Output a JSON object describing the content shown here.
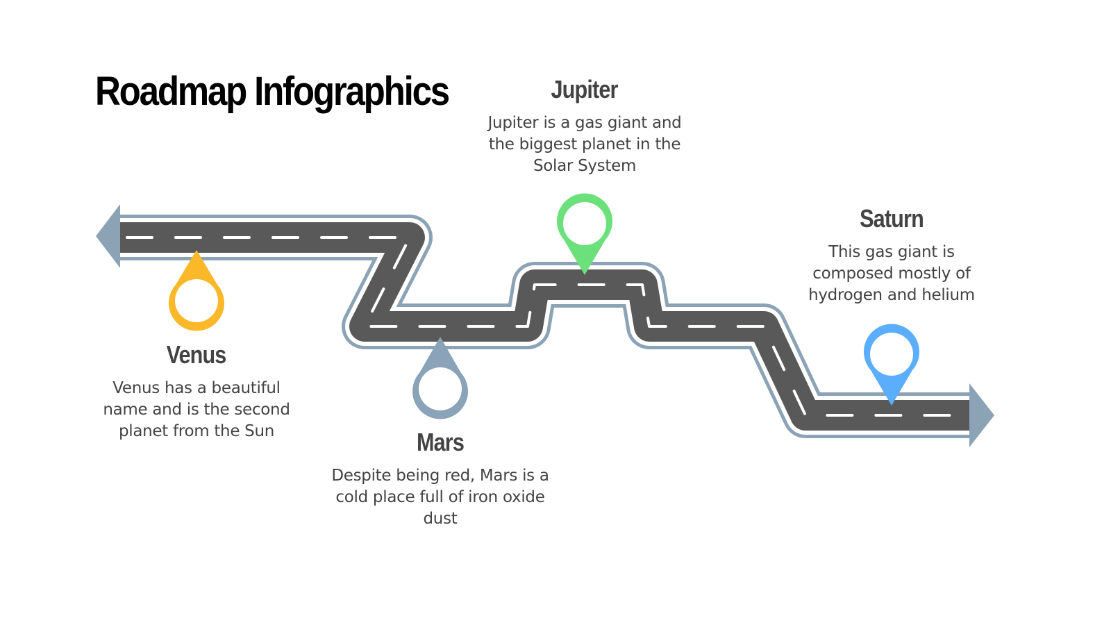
{
  "title": "Roadmap Infographics",
  "colors": {
    "road": "#595959",
    "road_outline": "#8ca3b5",
    "dash": "#ffffff",
    "text": "#434343"
  },
  "milestones": [
    {
      "name": "Venus",
      "description": "Venus has a beautiful name and is the second planet from the Sun",
      "pin_color": "#fbb829",
      "icon": "map-pin-icon"
    },
    {
      "name": "Mars",
      "description": "Despite being red, Mars is a cold place full of iron oxide dust",
      "pin_color": "#8aa3b8",
      "icon": "map-pin-icon"
    },
    {
      "name": "Jupiter",
      "description": "Jupiter is a gas giant and the biggest planet in the Solar System",
      "pin_color": "#6ce07a",
      "icon": "map-pin-icon"
    },
    {
      "name": "Saturn",
      "description": "This gas giant is composed mostly of hydrogen and helium",
      "pin_color": "#5aaefc",
      "icon": "map-pin-icon"
    }
  ]
}
